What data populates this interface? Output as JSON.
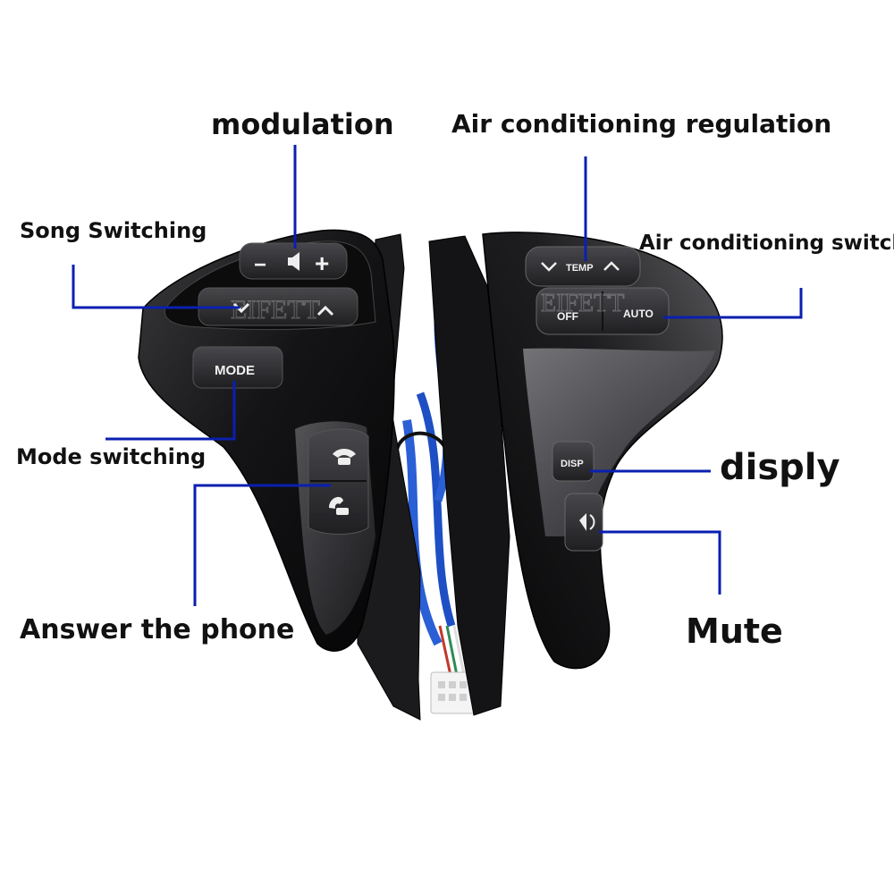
{
  "callouts": {
    "modulation": "modulation",
    "song_switching": "Song Switching",
    "mode_switching": "Mode switching",
    "answer_phone": "Answer the phone",
    "ac_regulation": "Air conditioning regulation",
    "ac_switch": "Air conditioning switch",
    "display": "disply",
    "mute": "Mute"
  },
  "buttons": {
    "volume_minus": "−",
    "volume_plus": "+",
    "mode": "MODE",
    "temp": "TEMP",
    "off": "OFF",
    "auto": "AUTO",
    "disp": "DISP"
  },
  "watermark": "EIFETT",
  "colors": {
    "leader_line": "#0a1fb0",
    "housing": "#1a1a1c",
    "button": "#2b2b2e",
    "wire": "#2a5fd6"
  },
  "icons": {
    "speaker": "speaker-icon",
    "phone_answer": "phone-answer-icon",
    "phone_hangup": "phone-hangup-icon",
    "voice": "voice-icon",
    "chevron_down": "chevron-down-icon",
    "chevron_up": "chevron-up-icon"
  }
}
